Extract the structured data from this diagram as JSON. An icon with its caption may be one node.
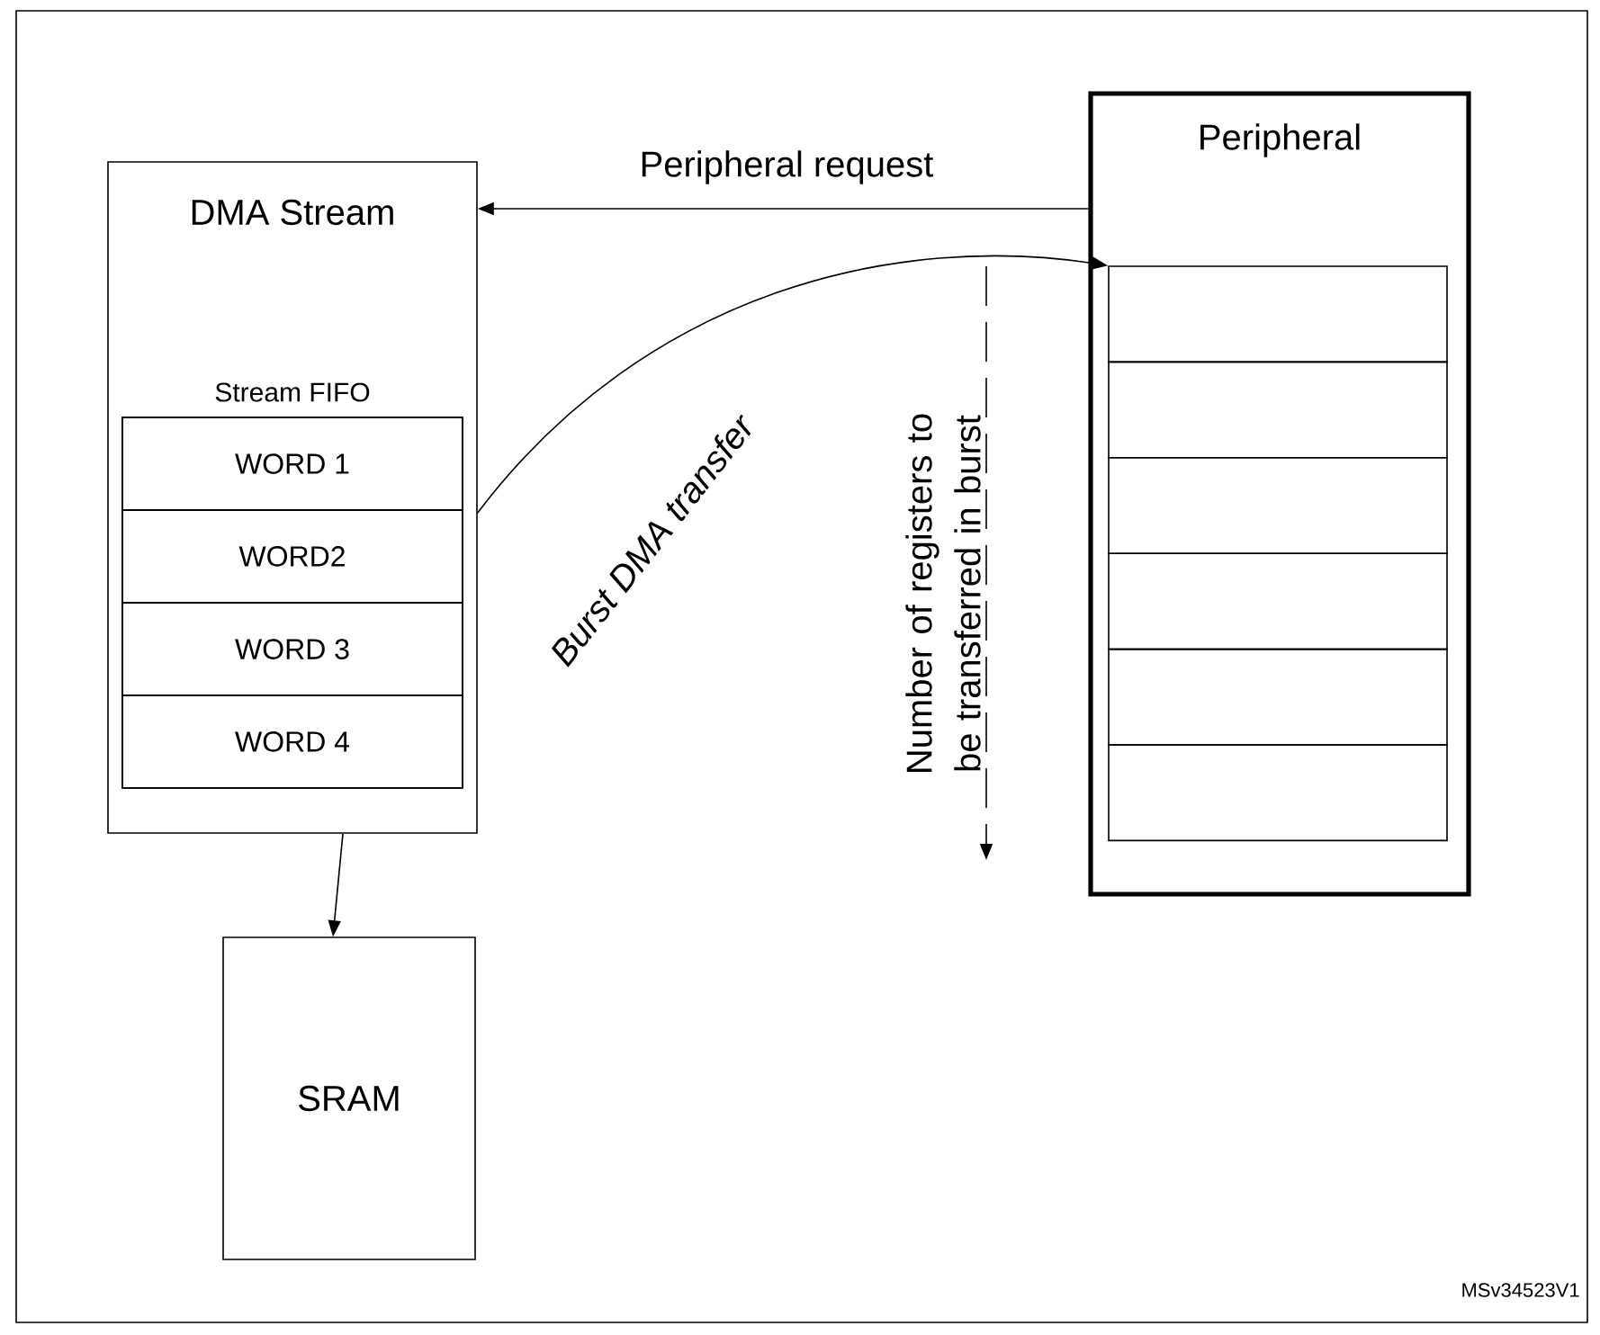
{
  "diagram": {
    "nodes": [
      {
        "text": [
          "DMA Stream"
        ]
      },
      {
        "text": [
          "Stream FIFO"
        ],
        "in": 0
      },
      {
        "text": [
          "WORD 1"
        ],
        "in": 1
      },
      {
        "text": [
          "WORD2"
        ],
        "in": 1
      },
      {
        "text": [
          "WORD 3"
        ],
        "in": 1
      },
      {
        "text": [
          "WORD 4"
        ],
        "in": 1
      },
      {
        "text": [
          "Peripheral"
        ]
      },
      {
        "text": [],
        "shape": "box",
        "in": 6
      },
      {
        "text": [],
        "shape": "box",
        "in": 6
      },
      {
        "text": [],
        "shape": "box",
        "in": 6
      },
      {
        "text": [],
        "shape": "box",
        "in": 6
      },
      {
        "text": [],
        "shape": "box",
        "in": 6
      },
      {
        "text": [],
        "shape": "box",
        "in": 6
      },
      {
        "text": [
          "SRAM"
        ]
      }
    ],
    "edges": [
      {
        "from": 6,
        "to": 0,
        "arrow": "to",
        "label": "Peripheral request"
      },
      {
        "from": 1,
        "to": 7,
        "arrow": "to",
        "label": "Burst DMA transfer"
      },
      {
        "from": 0,
        "to": 13,
        "arrow": "to"
      }
    ],
    "labels": [
      "Number of registers to be transferred in burst",
      "MSv34523V1"
    ]
  }
}
